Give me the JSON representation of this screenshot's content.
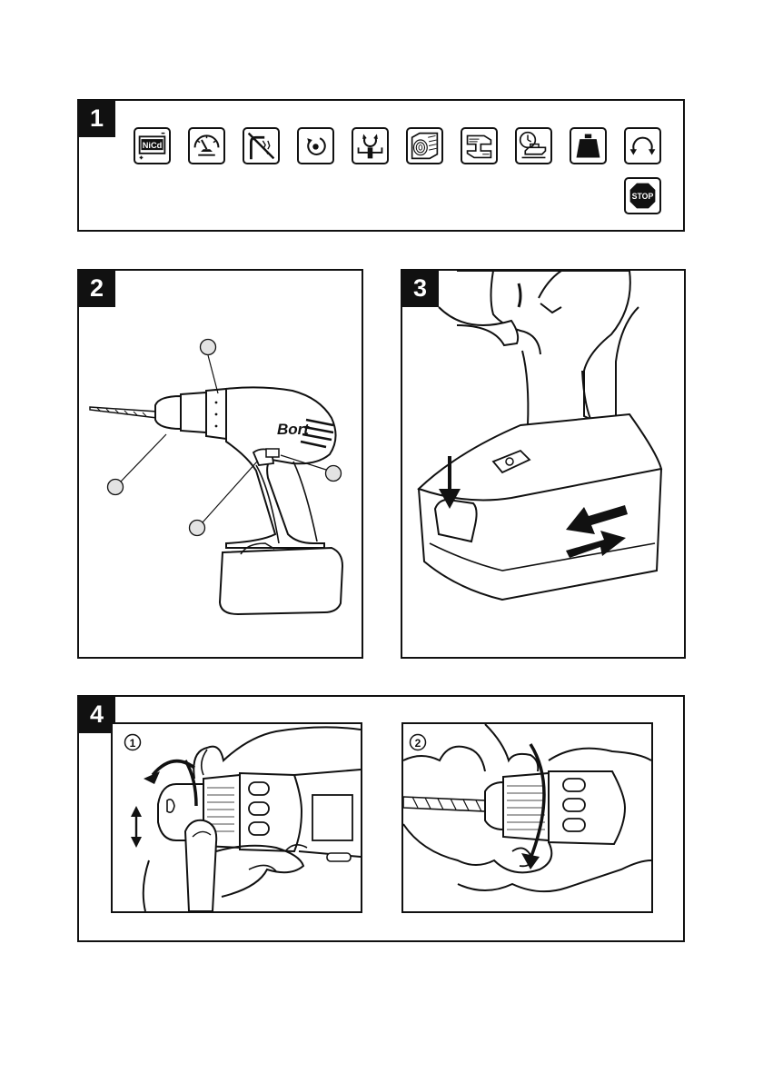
{
  "figures": [
    {
      "number": "1"
    },
    {
      "number": "2"
    },
    {
      "number": "3"
    },
    {
      "number": "4"
    }
  ],
  "fig1": {
    "icons": [
      {
        "name": "nicd-battery-icon",
        "label": "NiCd"
      },
      {
        "name": "speedometer-icon"
      },
      {
        "name": "no-water-icon"
      },
      {
        "name": "rotation-direction-icon"
      },
      {
        "name": "torque-clutch-icon"
      },
      {
        "name": "wood-icon"
      },
      {
        "name": "steel-beam-icon"
      },
      {
        "name": "charge-time-icon"
      },
      {
        "name": "weight-icon"
      },
      {
        "name": "reverse-rotation-icon"
      },
      {
        "name": "stop-icon",
        "label": "STOP"
      }
    ]
  },
  "fig2": {
    "brand": "Bort"
  },
  "fig4": {
    "steps": [
      {
        "label": "1"
      },
      {
        "label": "2"
      }
    ]
  }
}
